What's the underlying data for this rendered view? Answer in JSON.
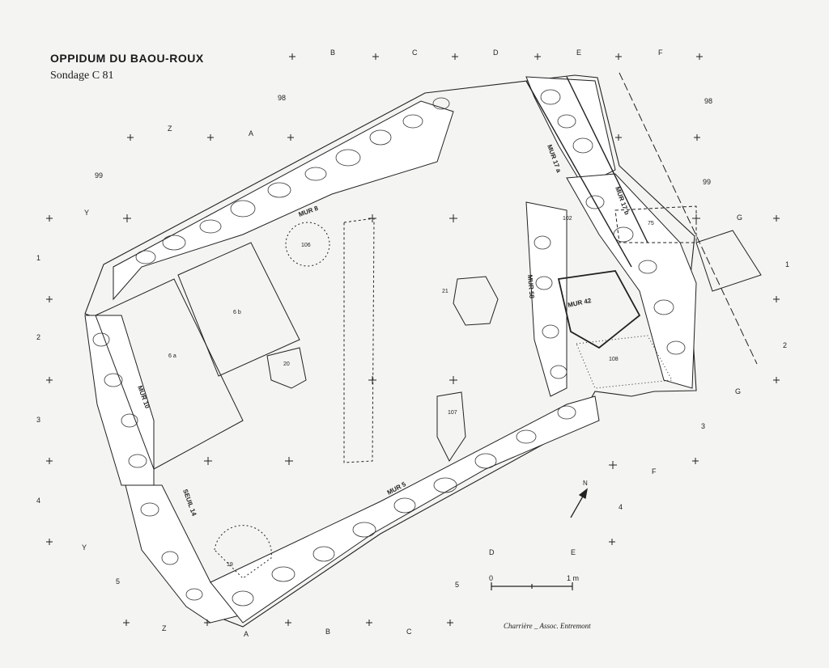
{
  "header": {
    "title": "OPPIDUM DU BAOU-ROUX",
    "subtitle": "Sondage C 81"
  },
  "credit": "Charrière _ Assoc. Entremont",
  "grid": {
    "columns_top": [
      "B",
      "C",
      "D",
      "E",
      "F"
    ],
    "columns_upper": [
      "Z",
      "A"
    ],
    "columns_bottom": [
      "Z",
      "A",
      "B",
      "C"
    ],
    "columns_bottom_right": [
      "D",
      "E"
    ],
    "columns_right": [
      "F"
    ],
    "rows_left": [
      "1",
      "2",
      "3",
      "4",
      "5"
    ],
    "rows_right": [
      "1",
      "2",
      "3",
      "4",
      "5"
    ],
    "row_letters_left": [
      "Y",
      "Y"
    ],
    "row_letters_right": [
      "G",
      "G"
    ],
    "elevations": [
      "98",
      "99",
      "98",
      "99"
    ]
  },
  "features": {
    "mur_8": "MUR 8",
    "mur_17a": "MUR 17 a",
    "mur_17b": "MUR 17 b",
    "mur_58": "MUR 58",
    "mur_42": "MUR 42",
    "mur_10": "MUR 10",
    "mur_5": "MUR 5",
    "seuil_14": "SEUIL 14",
    "f106": "106",
    "f6b": "6 b",
    "f6a": "6 a",
    "f20": "20",
    "f21": "21",
    "f102": "102",
    "f75": "75",
    "f108": "108",
    "f107": "107",
    "f19": "19"
  },
  "scale": {
    "start": "0",
    "end": "1 m"
  },
  "north": "N"
}
